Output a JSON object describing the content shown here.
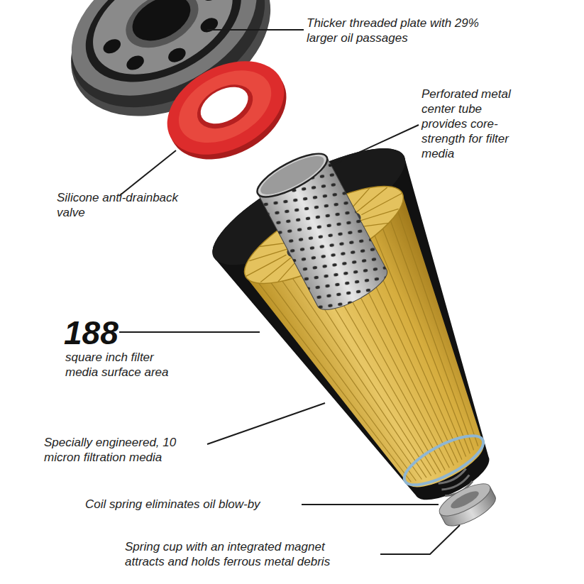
{
  "diagram": {
    "labels": [
      "Thicker threaded plate with 29% larger oil passages",
      "Perforated metal center tube provides core-strength for filter media",
      "Silicone anti-drainback valve",
      "188",
      "square inch filter media surface area",
      "Specially engineered, 10 micron filtration media",
      "Coil spring eliminates oil blow-by",
      "Spring cup with an integrated magnet attracts and holds ferrous metal debris"
    ]
  }
}
